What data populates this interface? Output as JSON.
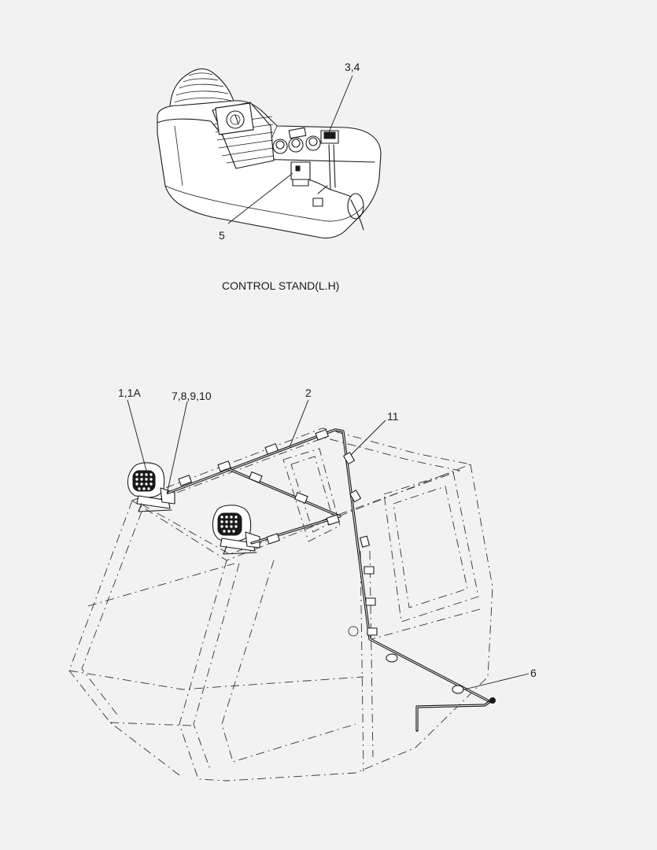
{
  "caption": "CONTROL STAND(L.H)",
  "callouts": {
    "c34": "3,4",
    "c5": "5",
    "c11a": "1,1A",
    "c78910": "7,8,9,10",
    "c2": "2",
    "c11": "11",
    "c6": "6"
  }
}
